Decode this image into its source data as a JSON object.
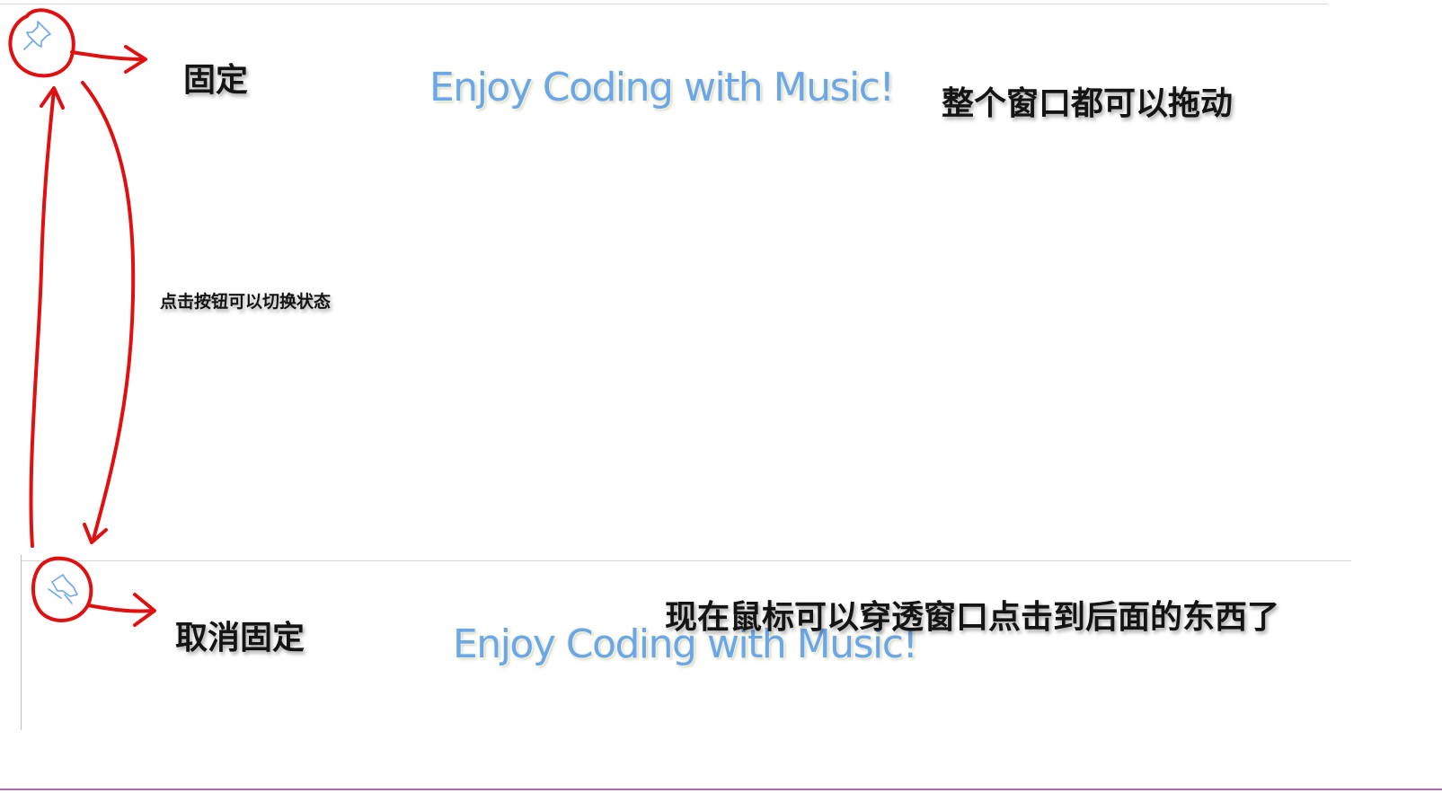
{
  "top_window": {
    "pin_icon": "pin-icon",
    "lyric_text": "Enjoy Coding with Music!"
  },
  "bottom_window": {
    "pin_icon": "unpin-icon",
    "lyric_text": "Enjoy Coding with Music!"
  },
  "annotations": {
    "pinned_label": "固定",
    "drag_note": "整个窗口都可以拖动",
    "toggle_note": "点击按钮可以切换状态",
    "unpinned_label": "取消固定",
    "click_through_note": "现在鼠标可以穿透窗口点击到后面的东西了"
  },
  "colors": {
    "lyric": "#6aa6ea",
    "annotation_stroke": "#e01010",
    "pin_icon": "#6aa6ea"
  }
}
